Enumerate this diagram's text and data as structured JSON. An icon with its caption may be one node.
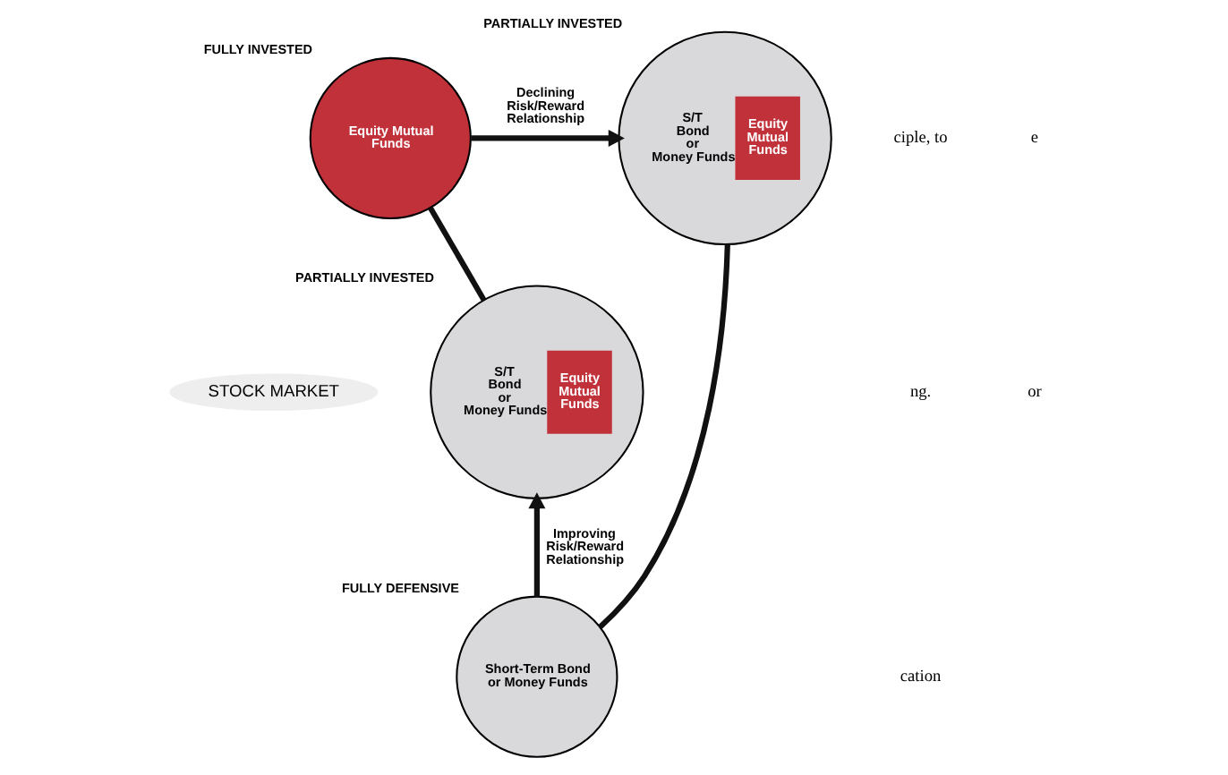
{
  "diagram": {
    "nodes": [
      {
        "text": [
          "Equity Mutual Funds"
        ],
        "beside": [
          "FULLY INVESTED"
        ]
      },
      {
        "text": [
          "S/T Bond or Money Funds",
          "Equity Mutual Funds"
        ],
        "beside": [
          "PARTIALLY INVESTED"
        ]
      },
      {
        "text": [
          "Short-Term Bond or Money Funds"
        ],
        "beside": [
          "FULLY DEFENSIVE"
        ]
      },
      {
        "text": [
          "S/T Bond or Money Funds",
          "Equity Mutual Funds"
        ],
        "beside": [
          "PARTIALLY INVESTED"
        ]
      }
    ],
    "edges": [
      {
        "from": 0,
        "to": 1,
        "arrow": "to",
        "label": "Declining Risk/Reward Relationship"
      },
      {
        "from": 1,
        "to": 2,
        "arrow": "none"
      },
      {
        "from": 2,
        "to": 3,
        "arrow": "to",
        "label": "Improving Risk/Reward Relationship"
      },
      {
        "from": 3,
        "to": 0,
        "arrow": "none"
      }
    ],
    "labels": [
      "ciple, to",
      "ng.",
      "cation",
      "STOCK MARKET",
      "e",
      "or"
    ]
  }
}
